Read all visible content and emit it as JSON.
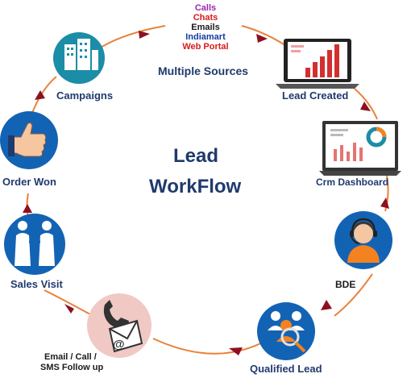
{
  "title_line1": "Lead",
  "title_line2": "WorkFlow",
  "sources": {
    "items": [
      {
        "text": "Calls",
        "color": "#9b27b0"
      },
      {
        "text": "Chats",
        "color": "#d81b1b"
      },
      {
        "text": "Emails",
        "color": "#1a1a1a"
      },
      {
        "text": "Indiamart",
        "color": "#123c9e"
      },
      {
        "text": "Web Portal",
        "color": "#d81b1b"
      }
    ],
    "caption": "Multiple Sources"
  },
  "nodes": {
    "lead_created": "Lead Created",
    "crm_dashboard": "Crm Dashboard",
    "bde": "BDE",
    "qualified_lead": "Qualified Lead",
    "followup_line1": "Email / Call /",
    "followup_line2": "SMS Follow up",
    "sales_visit": "Sales Visit",
    "order_won": "Order Won",
    "campaigns": "Campaigns"
  },
  "colors": {
    "ring": "#e8823a",
    "arrow": "#8e1020",
    "title": "#1f3a6d",
    "teal": "#1b8da6",
    "blue": "#1363b4",
    "orange": "#f58220",
    "dark": "#222222"
  }
}
